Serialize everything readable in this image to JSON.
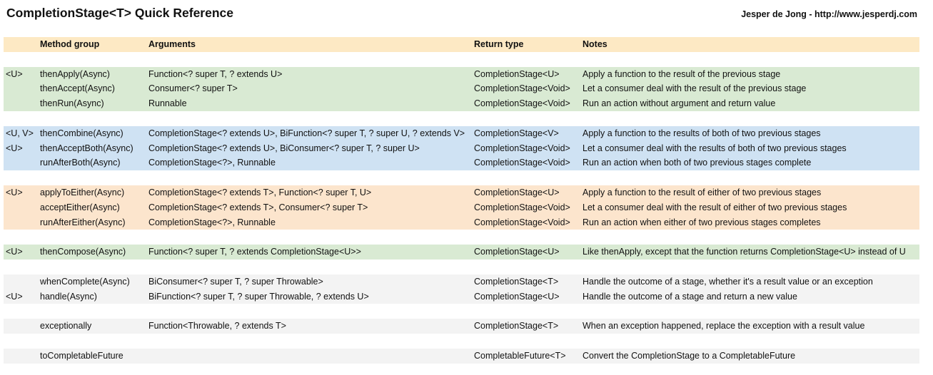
{
  "title": "CompletionStage<T> Quick Reference",
  "author": "Jesper de Jong - http://www.jesperdj.com",
  "columns": {
    "type_param": "",
    "method_group": "Method group",
    "arguments": "Arguments",
    "return_type": "Return type",
    "notes": "Notes"
  },
  "groups": [
    {
      "color": "#d9ead3",
      "rows": [
        {
          "type_param": "<U>",
          "method": "thenApply(Async)",
          "args": "Function<? super T, ? extends U>",
          "ret": "CompletionStage<U>",
          "notes": "Apply a function to the result of the previous stage"
        },
        {
          "type_param": "",
          "method": "thenAccept(Async)",
          "args": "Consumer<? super T>",
          "ret": "CompletionStage<Void>",
          "notes": "Let a consumer deal with the result of the previous stage"
        },
        {
          "type_param": "",
          "method": "thenRun(Async)",
          "args": "Runnable",
          "ret": "CompletionStage<Void>",
          "notes": "Run an action without argument and return value"
        }
      ]
    },
    {
      "color": "#cfe2f3",
      "rows": [
        {
          "type_param": "<U, V>",
          "method": "thenCombine(Async)",
          "args": "CompletionStage<? extends U>, BiFunction<? super T, ? super U, ? extends V>",
          "ret": "CompletionStage<V>",
          "notes": "Apply a function to the results of both of two previous stages"
        },
        {
          "type_param": "<U>",
          "method": "thenAcceptBoth(Async)",
          "args": "CompletionStage<? extends U>, BiConsumer<? super T, ? super U>",
          "ret": "CompletionStage<Void>",
          "notes": "Let a consumer deal with the results of both of two previous stages"
        },
        {
          "type_param": "",
          "method": "runAfterBoth(Async)",
          "args": "CompletionStage<?>, Runnable",
          "ret": "CompletionStage<Void>",
          "notes": "Run an action when both of two previous stages complete"
        }
      ]
    },
    {
      "color": "#fce5cd",
      "rows": [
        {
          "type_param": "<U>",
          "method": "applyToEither(Async)",
          "args": "CompletionStage<? extends T>, Function<? super T, U>",
          "ret": "CompletionStage<U>",
          "notes": "Apply a function to the result of either of two previous stages"
        },
        {
          "type_param": "",
          "method": "acceptEither(Async)",
          "args": "CompletionStage<? extends T>, Consumer<? super T>",
          "ret": "CompletionStage<Void>",
          "notes": "Let a consumer deal with the result of either of two previous stages"
        },
        {
          "type_param": "",
          "method": "runAfterEither(Async)",
          "args": "CompletionStage<?>, Runnable",
          "ret": "CompletionStage<Void>",
          "notes": "Run an action when either of two previous stages completes"
        }
      ]
    },
    {
      "color": "#d9ead3",
      "rows": [
        {
          "type_param": "<U>",
          "method": "thenCompose(Async)",
          "args": "Function<? super T, ? extends CompletionStage<U>>",
          "ret": "CompletionStage<U>",
          "notes": "Like thenApply, except that the function returns CompletionStage<U> instead of U"
        }
      ]
    },
    {
      "color": "#f3f3f3",
      "rows": [
        {
          "type_param": "",
          "method": "whenComplete(Async)",
          "args": "BiConsumer<? super T, ? super Throwable>",
          "ret": "CompletionStage<T>",
          "notes": "Handle the outcome of a stage, whether it's a result value or an exception"
        },
        {
          "type_param": "<U>",
          "method": "handle(Async)",
          "args": "BiFunction<? super T, ? super Throwable, ? extends U>",
          "ret": "CompletionStage<U>",
          "notes": "Handle the outcome of a stage and return a new value"
        }
      ]
    },
    {
      "color": "#f3f3f3",
      "rows": [
        {
          "type_param": "",
          "method": "exceptionally",
          "args": "Function<Throwable, ? extends T>",
          "ret": "CompletionStage<T>",
          "notes": "When an exception happened, replace the exception with a result value"
        }
      ]
    },
    {
      "color": "#f3f3f3",
      "rows": [
        {
          "type_param": "",
          "method": "toCompletableFuture",
          "args": "",
          "ret": "CompletableFuture<T>",
          "notes": "Convert the CompletionStage to a CompletableFuture"
        }
      ]
    }
  ]
}
